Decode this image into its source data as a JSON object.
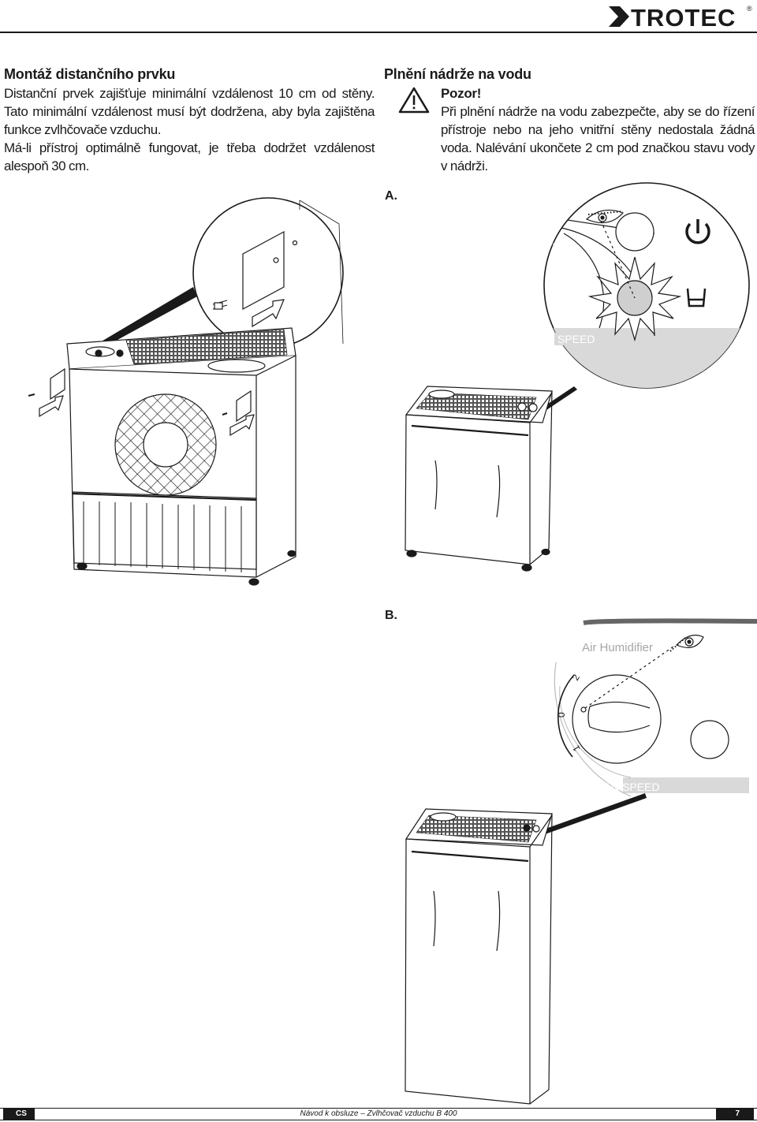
{
  "header": {
    "brand": "TROTEC",
    "trademark": "®"
  },
  "left_section": {
    "heading": "Montáž distančního prvku",
    "paragraph1": "Distanční prvek zajišťuje minimální vzdálenost 10 cm od stěny. Tato minimální vzdálenost musí být dodržena, aby byla zajištěna funkce zvlhčovače vzduchu.",
    "paragraph2": "Má-li přístroj optimálně fungovat, je třeba dodržet vzdálenost alespoň 30 cm."
  },
  "right_section": {
    "heading": "Plnění nádrže na vodu",
    "warning_title": "Pozor!",
    "warning_text": "Při plnění nádrže na vodu zabezpečte, aby se do řízení přístroje nebo na jeho vnitřní stěny nedostala žádná voda. Nalévání ukončete 2 cm pod značkou stavu vody v nádrži."
  },
  "figures": {
    "a_label": "A.",
    "a_panel_label": "SPEED",
    "b_label": "B.",
    "b_panel_title": "Air Humidifier",
    "b_panel_label": "FAN SPEED",
    "b_dial_marks": [
      "0",
      "1",
      "2"
    ]
  },
  "footer": {
    "language": "CS",
    "title": "Návod k obsluze – Zvlhčovač vzduchu B 400",
    "page": "7"
  },
  "colors": {
    "ink": "#1a1a1a",
    "panel_gray": "#d9d9d9",
    "warning_glow": "#cfcfcf"
  },
  "icons": [
    "warning-triangle-icon",
    "eye-icon",
    "power-icon",
    "water-glass-icon",
    "arrow-icon"
  ]
}
